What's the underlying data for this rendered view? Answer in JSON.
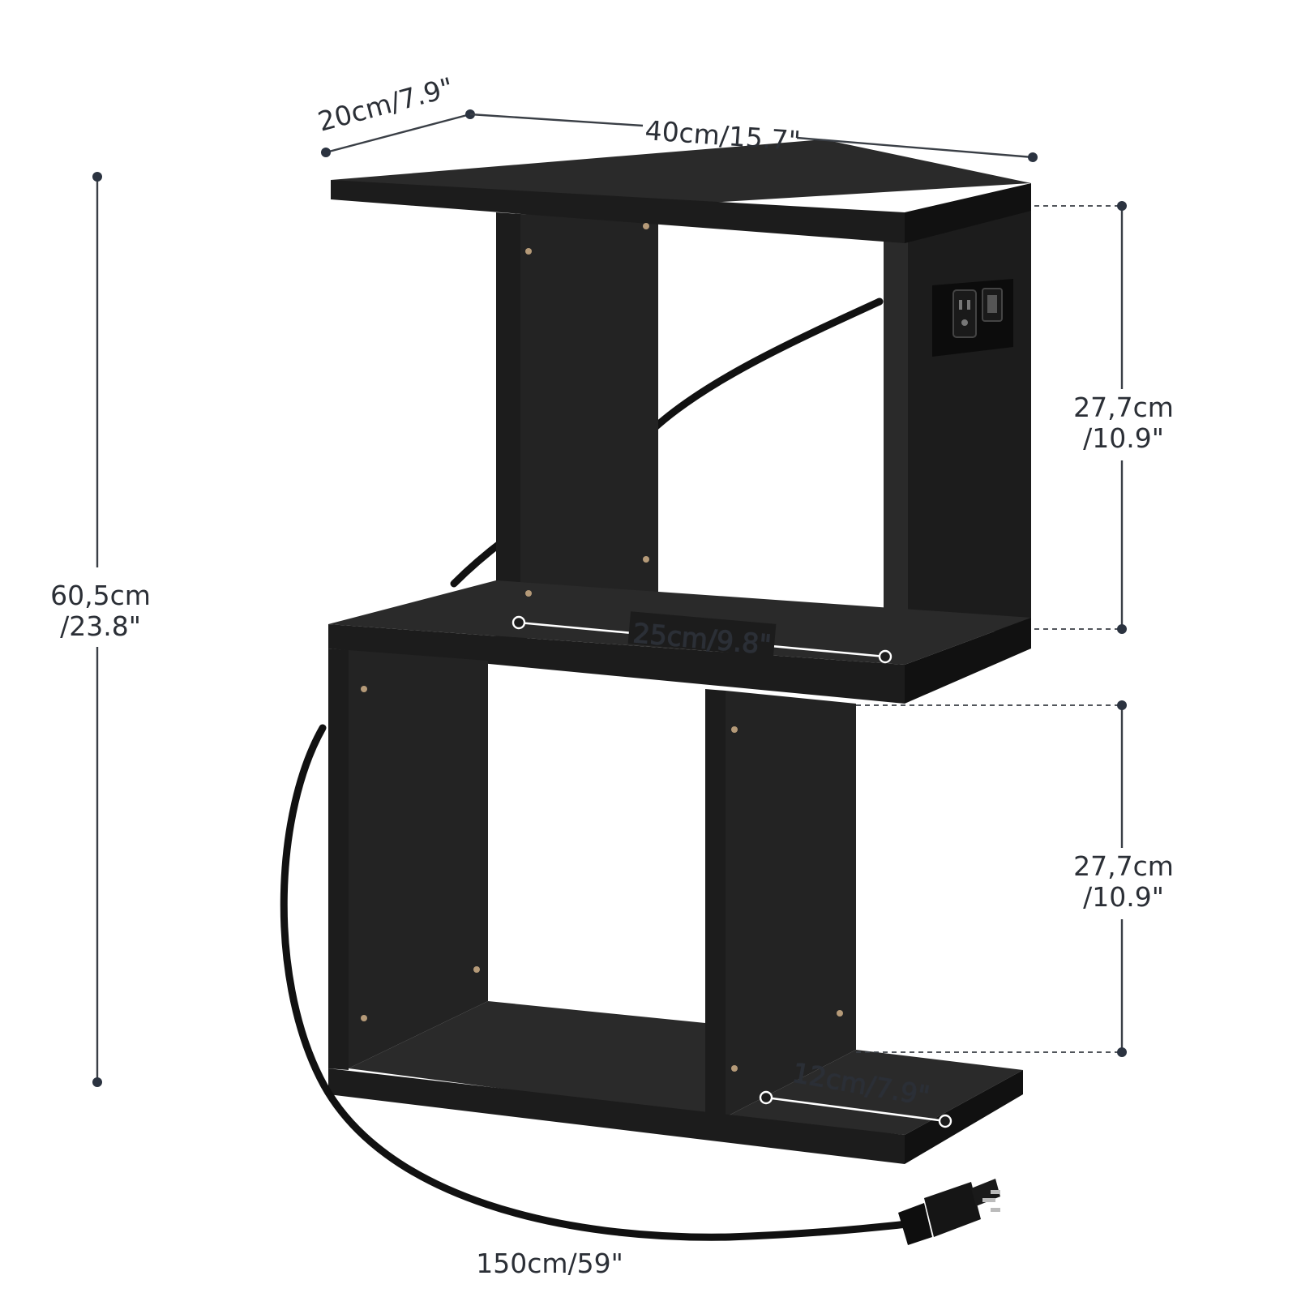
{
  "product": {
    "name": "s-shaped side table with power outlet",
    "color": "#1c1c1c",
    "outlet_icon": "power-outlet-icon",
    "plug_icon": "power-plug-icon"
  },
  "dimensions": {
    "depth": "20cm/7.9\"",
    "width": "40cm/15.7\"",
    "total_height_cm": "60,5cm",
    "total_height_in": "/23.8\"",
    "upper_height_cm": "27,7cm",
    "upper_height_in": "/10.9\"",
    "lower_height_cm": "27,7cm",
    "lower_height_in": "/10.9\"",
    "middle_shelf_width": "25cm/9.8\"",
    "bottom_shelf_width": "12cm/7.9\"",
    "cord_length": "150cm/59\""
  }
}
